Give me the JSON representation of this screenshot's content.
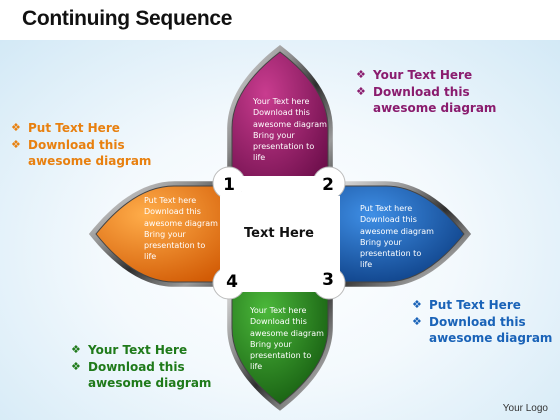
{
  "title": "Continuing Sequence",
  "center_label": "Text Here",
  "footer": "Your Logo",
  "colors": {
    "purple": "#9c1a6b",
    "orange": "#f07a10",
    "blue": "#1a63b8",
    "green": "#2a8a1c",
    "purple_text": "#8a1c6e",
    "orange_text": "#e8800f",
    "blue_text": "#1a63b8",
    "green_text": "#1f7a1a"
  },
  "bullet_icon": "diamond-bullet-icon",
  "callouts": {
    "top_right": {
      "line1": "Your Text Here",
      "line2": "Download this",
      "line3": "awesome diagram"
    },
    "left": {
      "line1": "Put Text Here",
      "line2": "Download this",
      "line3": "awesome diagram"
    },
    "bottom_right": {
      "line1": "Put Text Here",
      "line2": "Download this",
      "line3": "awesome diagram"
    },
    "bottom_left": {
      "line1": "Your Text Here",
      "line2": "Download this",
      "line3": "awesome diagram"
    }
  },
  "petals": {
    "top": {
      "number": "1",
      "l1": "Your Text here",
      "l2": "Download this",
      "l3": "awesome diagram",
      "l4": "Bring your",
      "l5": "presentation to",
      "l6": "life"
    },
    "left": {
      "number": "4",
      "l1": "Put Text here",
      "l2": "Download this",
      "l3": "awesome diagram",
      "l4": "Bring your",
      "l5": "presentation to",
      "l6": "life"
    },
    "right": {
      "number": "2",
      "l1": "Put Text here",
      "l2": "Download this",
      "l3": "awesome diagram",
      "l4": "Bring your",
      "l5": "presentation to",
      "l6": "life"
    },
    "bottom": {
      "number": "3",
      "l1": "Your Text here",
      "l2": "Download this",
      "l3": "awesome diagram",
      "l4": "Bring your",
      "l5": "presentation to",
      "l6": "life"
    }
  }
}
